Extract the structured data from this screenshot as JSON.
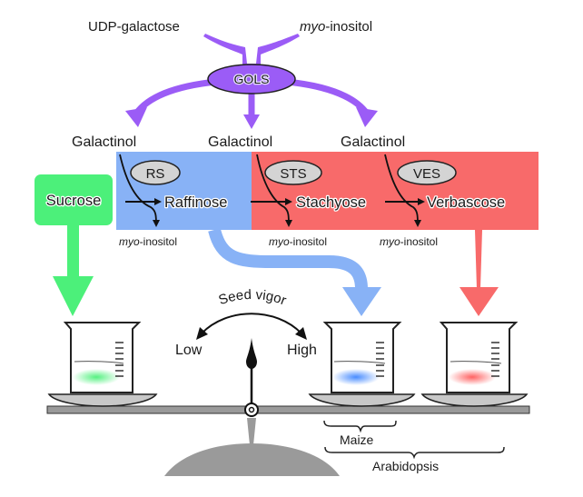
{
  "colors": {
    "gols_purple": "#9b5cf6",
    "sucrose_green": "#4cf07a",
    "raffinose_blue": "#88b2f6",
    "rfo_red": "#f86a6a",
    "enzyme_gray": "#d4d4d4",
    "balance_gray": "#9a9a9a"
  },
  "substrates": {
    "udp_galactose": "UDP-galactose",
    "myo_inositol_prefix": "myo",
    "myo_inositol_suffix": "-inositol"
  },
  "enzymes": {
    "gols": "GOLS",
    "rs": "RS",
    "sts": "STS",
    "ves": "VES"
  },
  "products": {
    "galactinol": [
      "Galactinol",
      "Galactinol",
      "Galactinol"
    ],
    "sucrose": "Sucrose",
    "raffinose": "Raffinose",
    "stachyose": "Stachyose",
    "verbascose": "Verbascose"
  },
  "byproducts": [
    {
      "prefix": "myo",
      "suffix": "-inositol"
    },
    {
      "prefix": "myo",
      "suffix": "-inositol"
    },
    {
      "prefix": "myo",
      "suffix": "-inositol"
    }
  ],
  "balance": {
    "title": "Seed vigor",
    "low": "Low",
    "high": "High"
  },
  "brackets": {
    "maize": "Maize",
    "arabidopsis": "Arabidopsis"
  }
}
